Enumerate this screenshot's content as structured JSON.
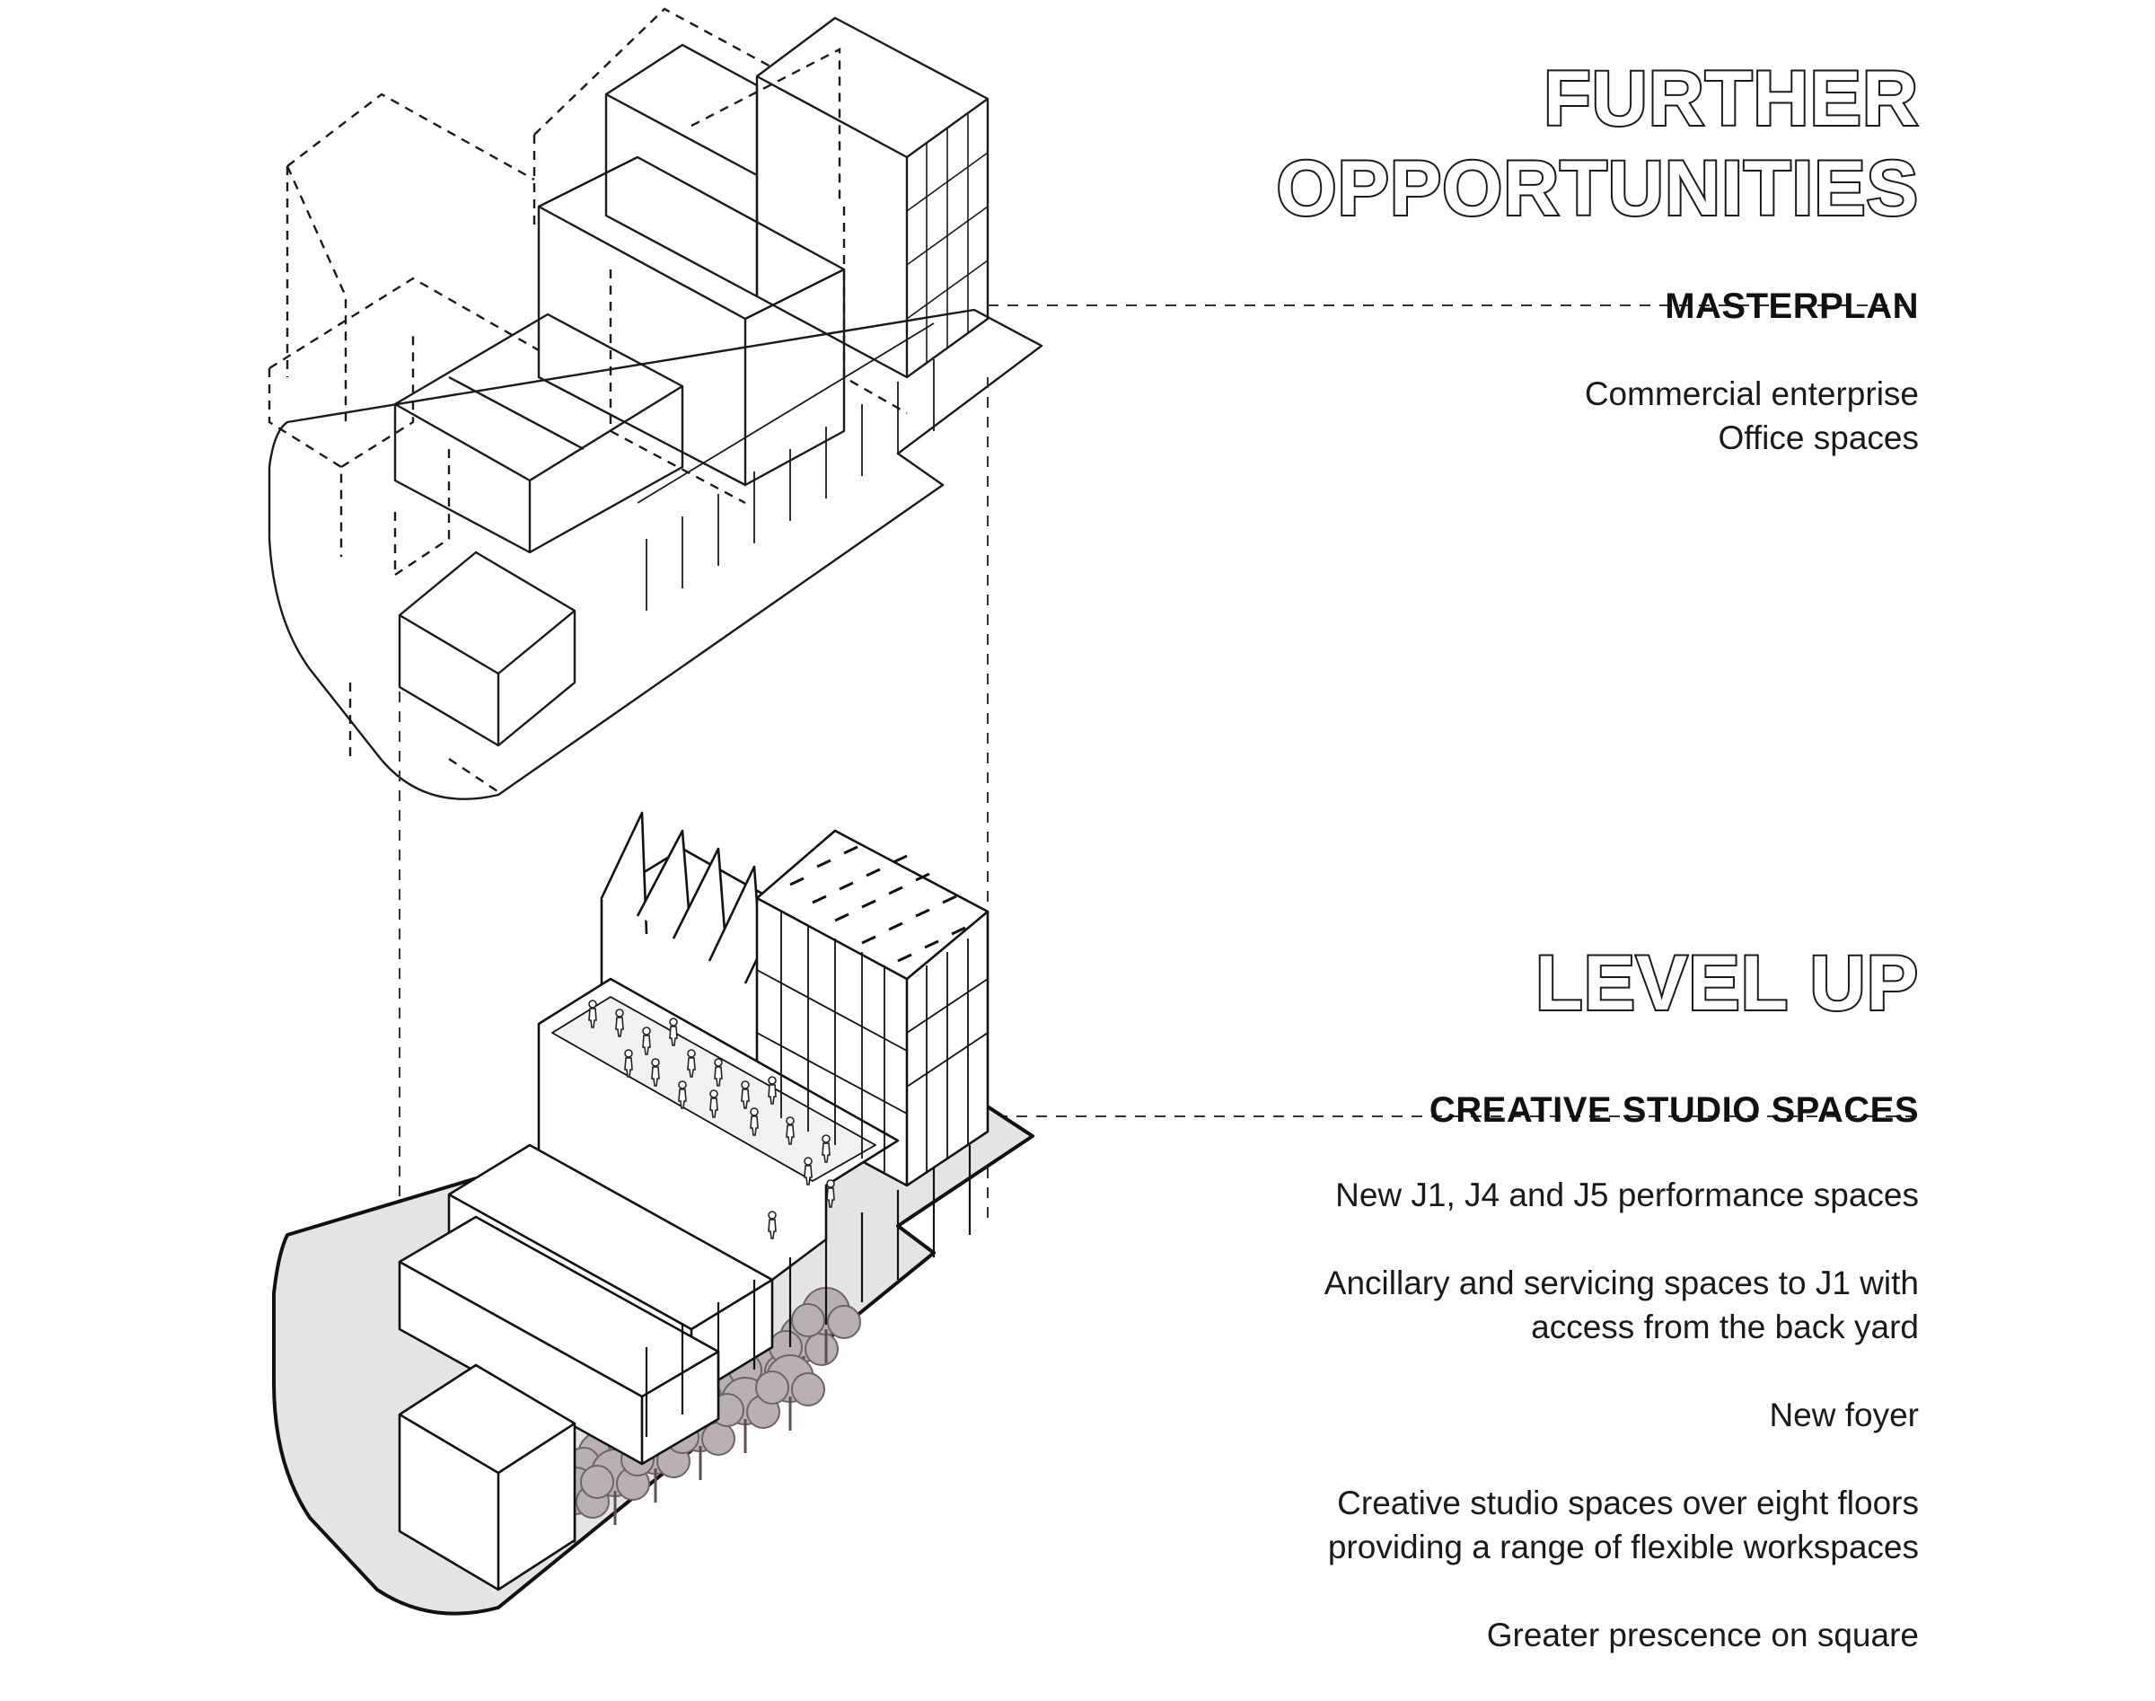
{
  "sections": {
    "masterplan": {
      "title_line1": "FURTHER",
      "title_line2": "OPPORTUNITIES",
      "subtitle": "MASTERPLAN",
      "items": [
        "Commercial enterprise",
        "Office spaces"
      ]
    },
    "levelup": {
      "title": "LEVEL UP",
      "subtitle": "CREATIVE STUDIO SPACES",
      "items": [
        {
          "line1": "New J1, J4 and J5 performance spaces",
          "line2": ""
        },
        {
          "line1": "Ancillary and servicing spaces to J1 with",
          "line2": "access from the back yard"
        },
        {
          "line1": "New foyer",
          "line2": ""
        },
        {
          "line1": "Creative studio spaces over eight floors",
          "line2": "providing a range of flexible workspaces"
        },
        {
          "line1": "Greater prescence on square",
          "line2": ""
        }
      ]
    }
  },
  "colors": {
    "ink": "#111111",
    "site_fill": "#e4e4e4",
    "tree_fill": "#b9b1b1",
    "paper": "#ffffff"
  }
}
